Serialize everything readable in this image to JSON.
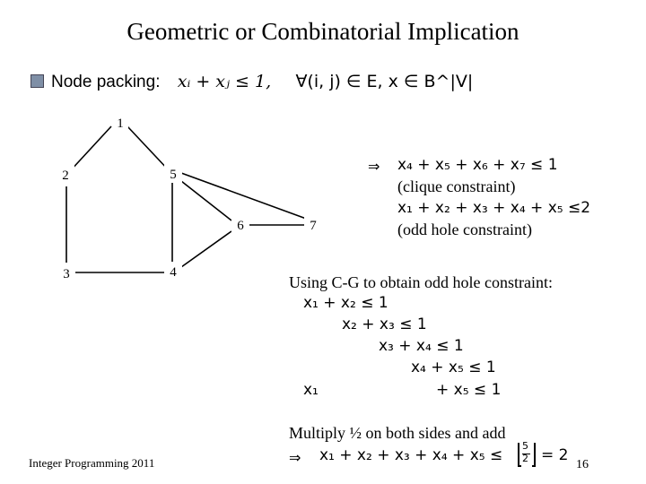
{
  "title": "Geometric or Combinatorial Implication",
  "node_packing": {
    "label": "Node packing:",
    "constraint": "xᵢ + xⱼ ≤ 1,",
    "domain": "∀(i, j) ∈ E, x ∈ B^|V|"
  },
  "graph": {
    "nodes": [
      "1",
      "2",
      "3",
      "4",
      "5",
      "6",
      "7"
    ],
    "edges": [
      [
        "1",
        "2"
      ],
      [
        "1",
        "5"
      ],
      [
        "2",
        "3"
      ],
      [
        "3",
        "4"
      ],
      [
        "4",
        "5"
      ],
      [
        "5",
        "6"
      ],
      [
        "5",
        "7"
      ],
      [
        "6",
        "7"
      ],
      [
        "4",
        "6"
      ]
    ]
  },
  "right_block": {
    "implies_symbol": "⇒",
    "clique_eq": "x₄ + x₅ + x₆ + x₇ ≤ 1",
    "clique_label": "(clique constraint)",
    "oddhole_eq": "x₁ + x₂ + x₃ + x₄ + x₅ ≤2",
    "oddhole_label": "(odd hole constraint)"
  },
  "cg": {
    "heading": "Using C-G to obtain odd hole constraint:",
    "line1": "x₁ + x₂ ≤ 1",
    "line2": "x₂ + x₃ ≤ 1",
    "line3": "x₃ + x₄ ≤ 1",
    "line4": "x₄ + x₅ ≤ 1",
    "line5_left": "x₁",
    "line5_right": "+ x₅ ≤ 1",
    "multiply": "Multiply ½ on both sides and add",
    "result": "x₁ + x₂ + x₃ + x₄ + x₅ ≤",
    "floor_num": "5",
    "floor_den": "2",
    "result_tail": "= 2"
  },
  "footer": "Integer Programming 2011",
  "page_number": "16"
}
